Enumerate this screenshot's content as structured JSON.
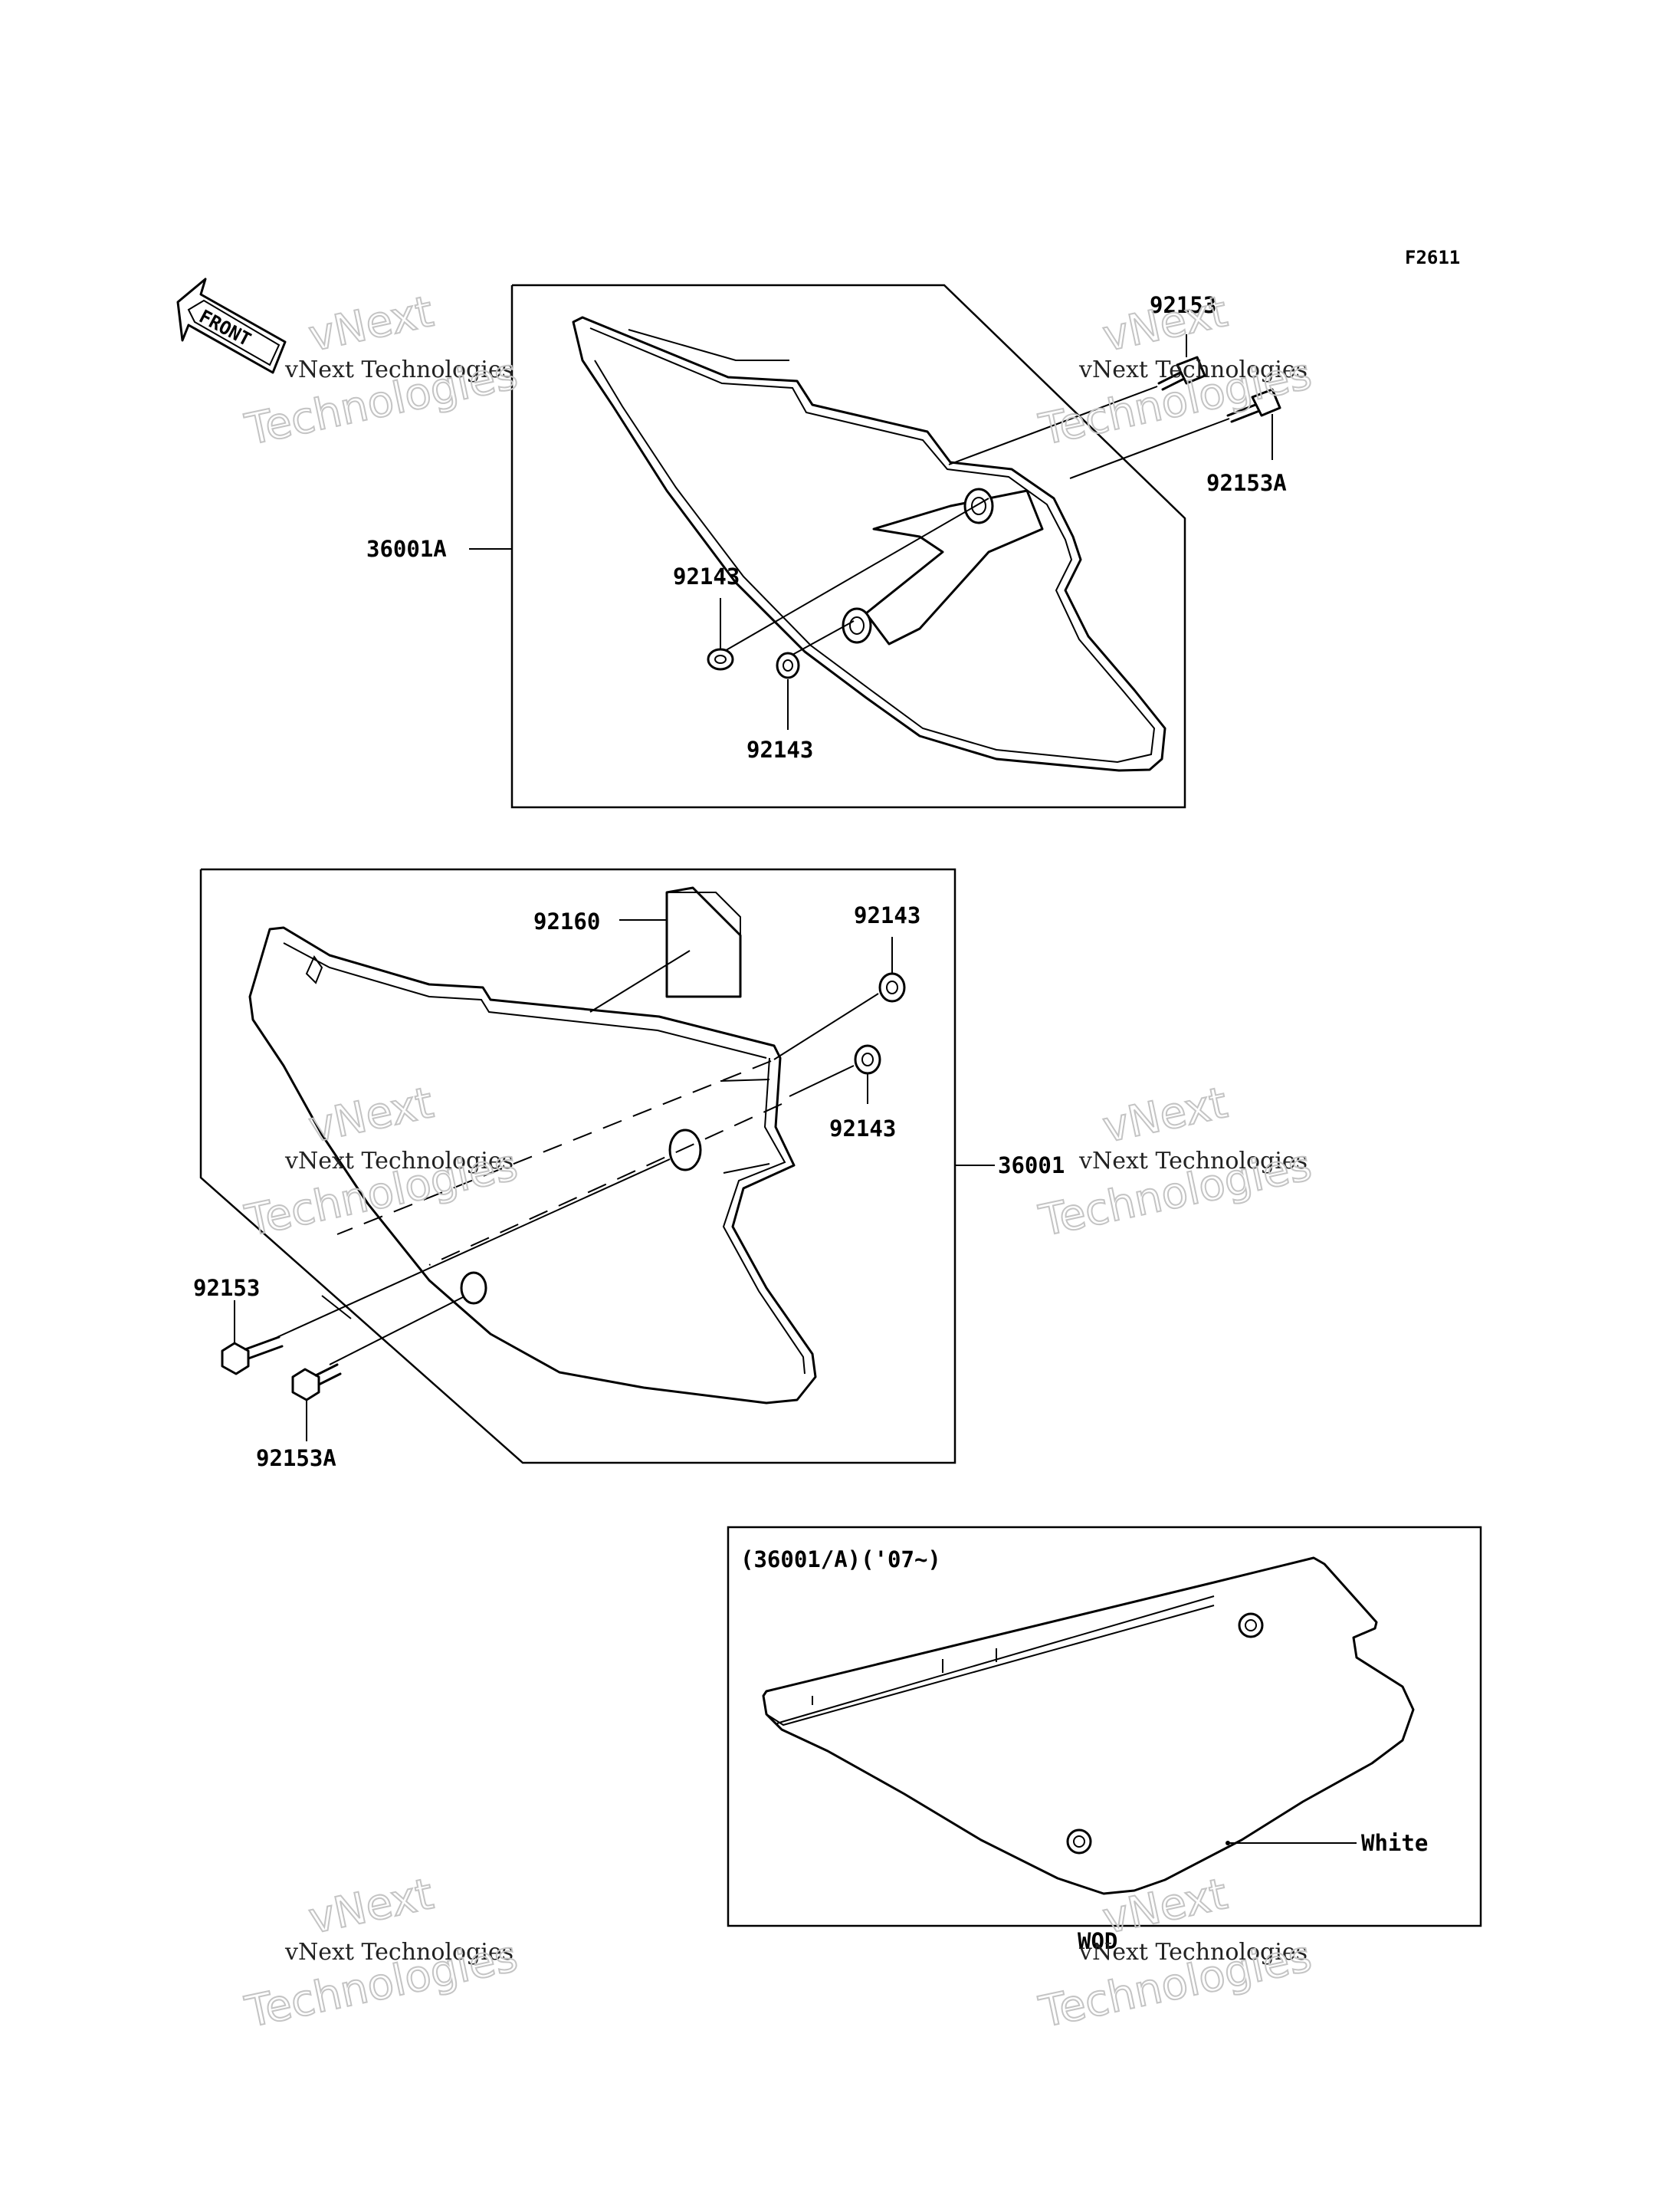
{
  "figure_code": "F2611",
  "front_label": "FRONT",
  "watermark": {
    "line1": "vNext Technologies",
    "line2": "vNext",
    "line3": "Technologies"
  },
  "upper_assembly": {
    "panel": "36001A",
    "bolt": "92153",
    "bolt_a": "92153A",
    "grommet_1": "92143",
    "grommet_2": "92143"
  },
  "middle_assembly": {
    "panel": "36001",
    "pad": "92160",
    "grommet_1": "92143",
    "grommet_2": "92143",
    "bolt": "92153",
    "bolt_a": "92153A"
  },
  "lower_panel": {
    "title": "(36001/A)('07~)",
    "color_label": "White",
    "model_code": "WOD"
  }
}
